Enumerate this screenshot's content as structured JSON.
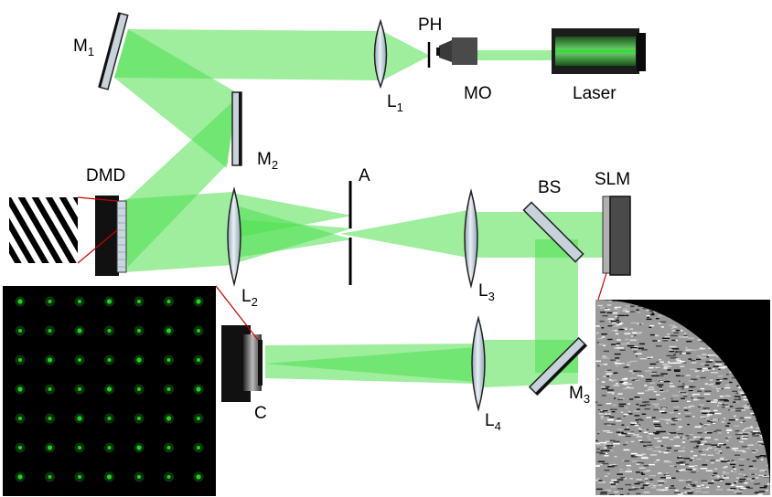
{
  "labels": {
    "m1": {
      "main": "M",
      "sub": "1"
    },
    "m2": {
      "main": "M",
      "sub": "2"
    },
    "m3": {
      "main": "M",
      "sub": "3"
    },
    "l1": {
      "main": "L",
      "sub": "1"
    },
    "l2": {
      "main": "L",
      "sub": "2"
    },
    "l3": {
      "main": "L",
      "sub": "3"
    },
    "l4": {
      "main": "L",
      "sub": "4"
    },
    "ph": "PH",
    "mo": "MO",
    "laser": "Laser",
    "dmd": "DMD",
    "aperture": "A",
    "bs": "BS",
    "slm": "SLM",
    "camera": "C"
  },
  "colors": {
    "beam": "#4fe04f",
    "lens_fill": "#d2dde6",
    "connector": "#cc0000",
    "laser_glow": "#33dd33",
    "spot": "#22d022",
    "slm_panel": "#000000"
  },
  "spot_grid": {
    "rows": 7,
    "cols": 7
  }
}
